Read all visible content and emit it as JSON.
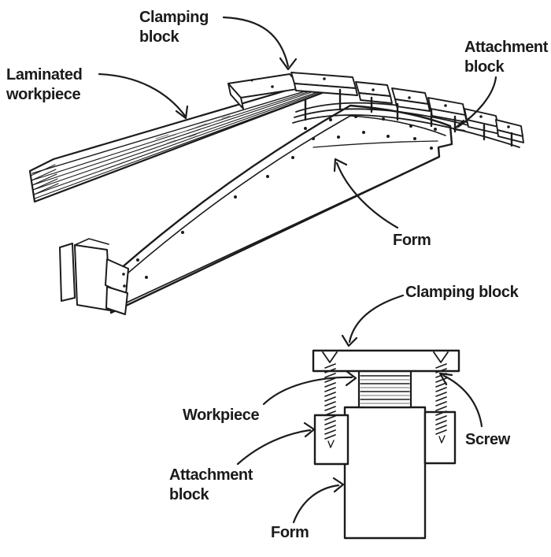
{
  "figure": {
    "paper_color": "#ffffff",
    "ink_color": "#1b1b1b",
    "main_view": {
      "labels": {
        "clamping_block": "Clamping\nblock",
        "laminated_workpiece": "Laminated\nworkpiece",
        "attachment_block": "Attachment\nblock",
        "form": "Form"
      }
    },
    "section_view": {
      "labels": {
        "clamping_block": "Clamping block",
        "workpiece": "Workpiece",
        "attachment_block": "Attachment\nblock",
        "screw": "Screw",
        "form": "Form"
      }
    }
  }
}
